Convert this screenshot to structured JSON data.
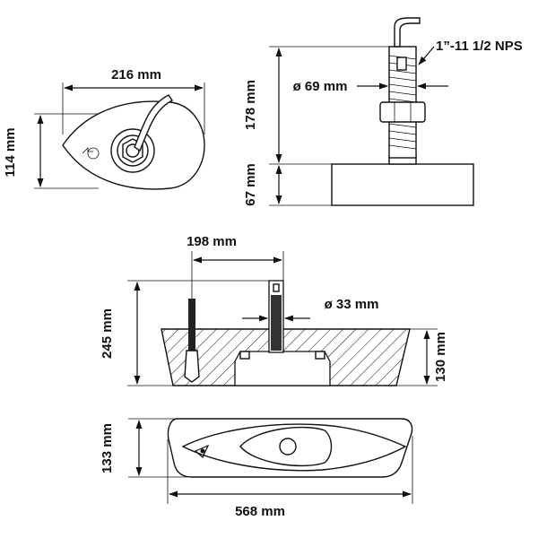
{
  "dimensions": {
    "top_view_width": "216 mm",
    "top_view_height": "114 mm",
    "stem_height": "178 mm",
    "housing_height": "67 mm",
    "stem_diameter": "ø 69 mm",
    "thread_size": "1”-11 1/2 NPS",
    "cable_offset": "198 mm",
    "fairing_total_height": "245 mm",
    "bolt_diameter": "ø 33 mm",
    "fairing_height": "130 mm",
    "fairing_width": "133 mm",
    "fairing_length": "568 mm"
  },
  "colors": {
    "line": "#111111",
    "background": "#ffffff"
  },
  "icons": [
    "arrow-left-icon",
    "triangle-icon",
    "cable-icon"
  ]
}
